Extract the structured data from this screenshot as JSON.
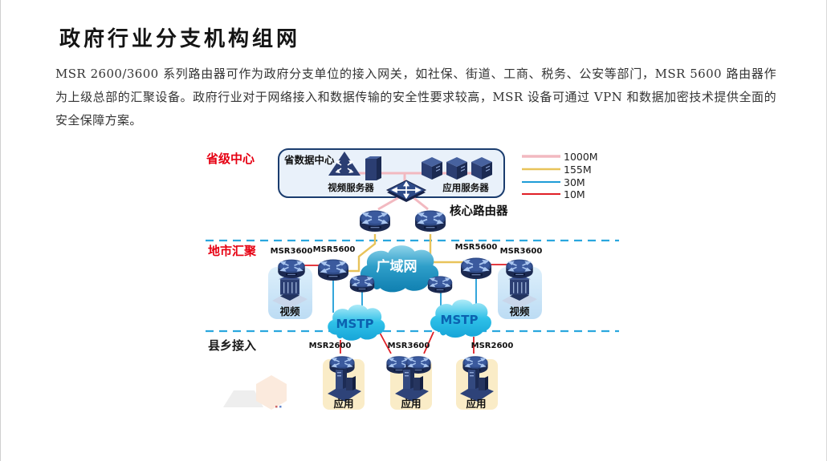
{
  "page": {
    "title": "政府行业分支机构组网",
    "paragraph": "MSR 2600/3600 系列路由器可作为政府分支单位的接入网关，如社保、街道、工商、税务、公安等部门，MSR 5600 路由器作为上级总部的汇聚设备。政府行业对于网络接入和数据传输的安全性要求较高，MSR 设备可通过 VPN 和数据加密技术提供全面的安全保障方案。"
  },
  "legend": {
    "items": [
      {
        "label": "1000M",
        "color": "#f2b9c0"
      },
      {
        "label": "155M",
        "color": "#e8c35a"
      },
      {
        "label": "30M",
        "color": "#1e9cd7"
      },
      {
        "label": "10M",
        "color": "#e01f26"
      }
    ]
  },
  "diagram": {
    "sections": {
      "provincial": "省级中心",
      "city": "地市汇聚",
      "county": "县乡接入"
    },
    "datacenter": {
      "label": "省数据中心",
      "video_server_label": "视频服务器",
      "app_server_label": "应用服务器"
    },
    "core_router_label": "核心路由器",
    "wan_label": "广域网",
    "mstp_clouds": [
      {
        "label": "MSTP"
      },
      {
        "label": "MSTP"
      }
    ],
    "city_routers": [
      {
        "label": "MSR3600"
      },
      {
        "label": "MSR5600"
      },
      {
        "label": "MSR5600"
      },
      {
        "label": "MSR3600"
      }
    ],
    "video_sites": [
      {
        "label": "视频"
      },
      {
        "label": "视频"
      }
    ],
    "county_sites": [
      {
        "router_label": "MSR2600",
        "site_label": "应用"
      },
      {
        "router_label": "MSR3600",
        "site_label": "应用"
      },
      {
        "router_label": "MSR2600",
        "site_label": "应用"
      }
    ],
    "colors": {
      "section_label_red": "#e60012",
      "dashed_boundary": "#2aa7de",
      "device_navy": "#2b3e72",
      "wan_cloud_blue": "#2e9ec9",
      "mstp_cloud_cyan": "#2ec0e8",
      "video_box_blue": "#cde6f8",
      "app_box_yellow": "#faecc7"
    }
  }
}
